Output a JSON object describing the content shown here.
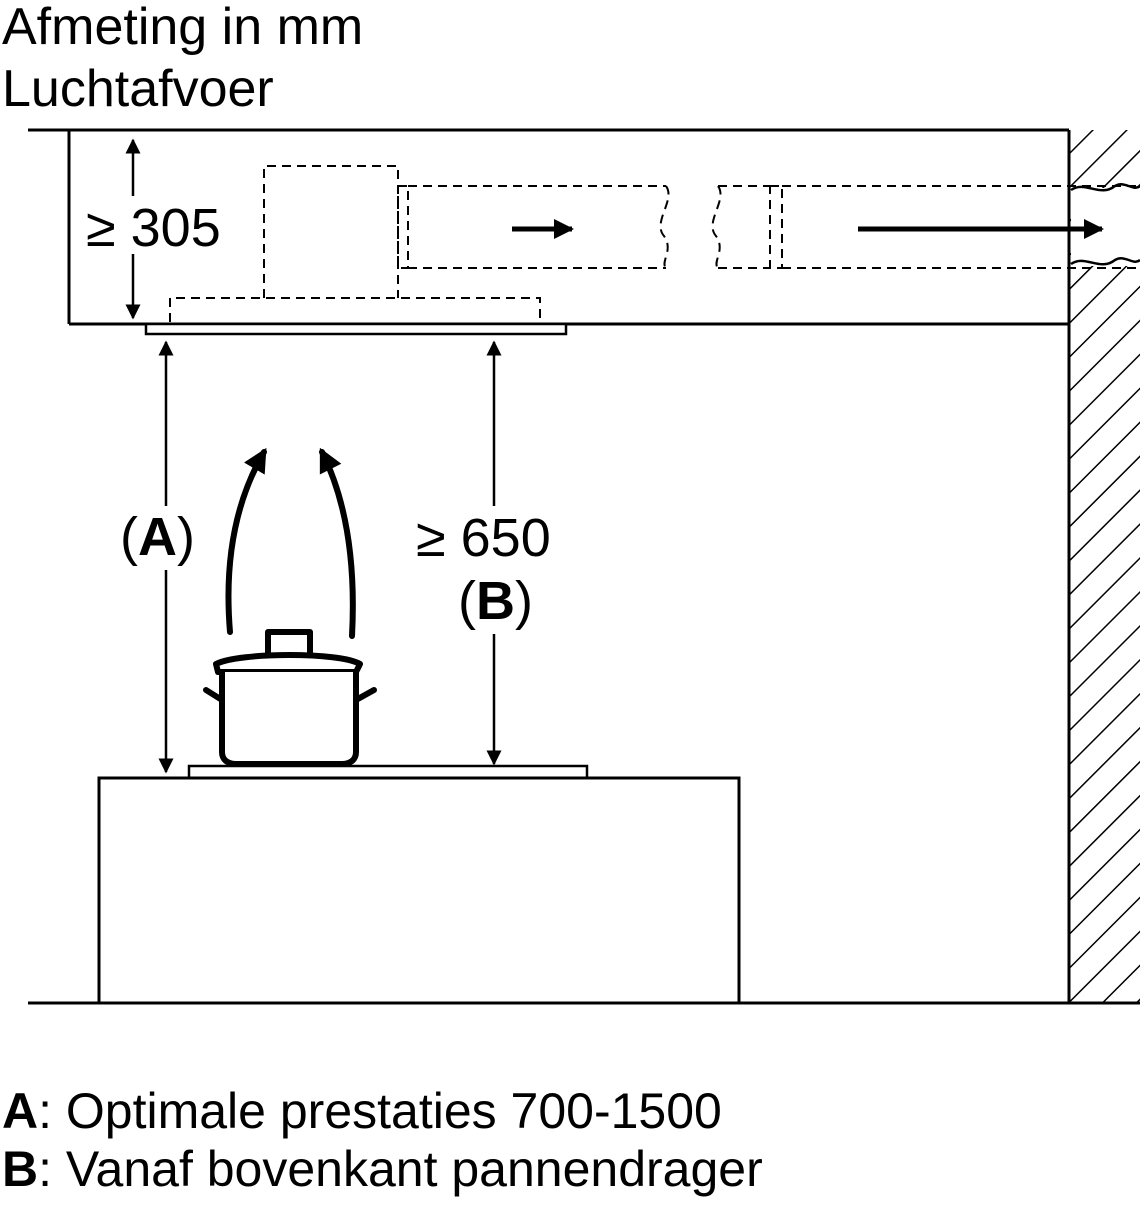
{
  "header": {
    "title": "Afmeting in mm",
    "subtitle": "Luchtafvoer"
  },
  "dimensions": {
    "ceiling_depth": "≥ 305",
    "hob_distance": "≥ 650",
    "label_a_open": "(",
    "label_a": "A",
    "label_a_close": ")",
    "label_b_open": "(",
    "label_b": "B",
    "label_b_close": ")"
  },
  "legend": [
    {
      "key": "A",
      "text": ": Optimale prestaties 700-1500"
    },
    {
      "key": "B",
      "text": ": Vanaf bovenkant pannendrager"
    }
  ],
  "colors": {
    "line": "#000000",
    "background": "#ffffff"
  },
  "icons": {
    "pot": "cooking-pot-icon",
    "steam": "steam-arrow-icon",
    "airflow": "airflow-arrow-icon",
    "wall": "hatched-wall"
  }
}
